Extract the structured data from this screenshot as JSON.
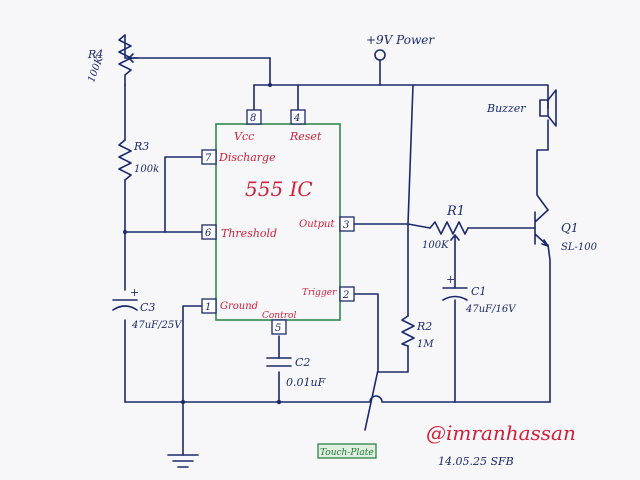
{
  "power": {
    "label": "+9V Power"
  },
  "ic": {
    "name": "555 IC",
    "pins": {
      "p8": "8",
      "p4": "4",
      "p7": "7",
      "p6": "6",
      "p1": "1",
      "p5": "5",
      "p3": "3",
      "p2": "2"
    },
    "labels": {
      "vcc": "Vcc",
      "reset": "Reset",
      "discharge": "Discharge",
      "threshold": "Threshold",
      "ground": "Ground",
      "control": "Control",
      "output": "Output",
      "trigger": "Trigger"
    }
  },
  "components": {
    "r4": {
      "name": "R4",
      "value": "100K"
    },
    "r3": {
      "name": "R3",
      "value": "100k"
    },
    "c3": {
      "name": "C3",
      "value": "47uF/25V",
      "plus": "+"
    },
    "c2": {
      "name": "C2",
      "value": "0.01uF"
    },
    "r1": {
      "name": "R1",
      "value": "100K"
    },
    "c1": {
      "name": "C1",
      "value": "47uF/16V",
      "plus": "+"
    },
    "r2": {
      "name": "R2",
      "value": "1M"
    },
    "q1": {
      "name": "Q1",
      "value": "SL-100"
    },
    "buzzer": {
      "name": "Buzzer"
    }
  },
  "touch_plate": {
    "label": "Touch-Plate"
  },
  "signature": {
    "handle": "@imranhassan",
    "date": "14.05.25 SFB"
  },
  "colors": {
    "ink": "#1b2a6b",
    "red": "#d0203a",
    "green": "#1f7a3d",
    "paper": "#f7f7f9"
  }
}
